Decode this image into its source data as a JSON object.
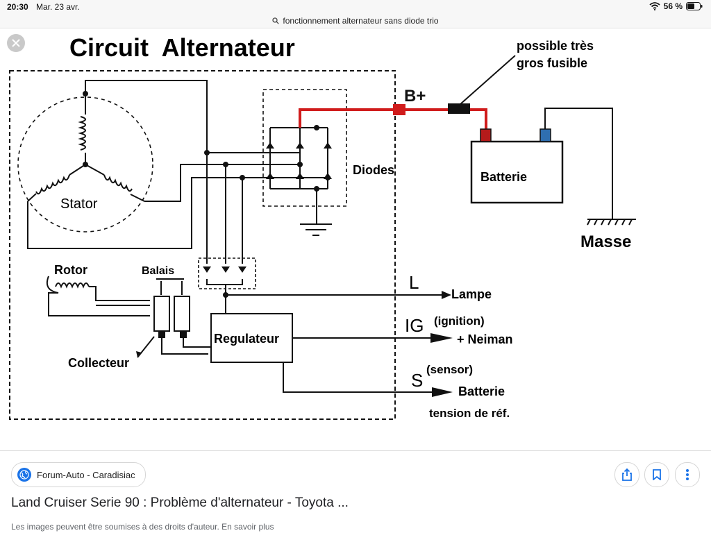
{
  "status_bar": {
    "time": "20:30",
    "date": "Mar. 23 avr.",
    "battery": "56 %"
  },
  "url_bar": {
    "query": "fonctionnement alternateur sans diode trio"
  },
  "diagram": {
    "title": "Circuit  Alternateur",
    "fuse_note_line1": "possible très",
    "fuse_note_line2": "gros fusible",
    "b_plus": "B+",
    "stator": "Stator",
    "diodes": "Diodes",
    "battery": "Batterie",
    "ground": "Masse",
    "rotor": "Rotor",
    "brushes": "Balais",
    "collector": "Collecteur",
    "regulator": "Regulateur",
    "l_terminal": "L",
    "l_target": "Lampe",
    "ig_terminal": "IG",
    "ig_note": "(ignition)",
    "ig_target": "+ Neiman",
    "s_terminal": "S",
    "s_note": "(sensor)",
    "s_target": "Batterie",
    "s_target_line2": "tension de réf.",
    "colors": {
      "positive_wire": "#d01c1c",
      "negative_terminal": "#2f6fb0",
      "wire": "#111111"
    }
  },
  "result": {
    "source_name": "Forum-Auto - Caradisiac",
    "title": "Land Cruiser Serie 90 : Problème d'alternateur - Toyota ...",
    "copyright": "Les images peuvent être soumises à des droits d'auteur. En savoir plus"
  },
  "icons": [
    "wifi-icon",
    "battery-icon",
    "search-icon",
    "close-icon",
    "globe-icon",
    "share-icon",
    "bookmark-icon",
    "more-icon"
  ]
}
